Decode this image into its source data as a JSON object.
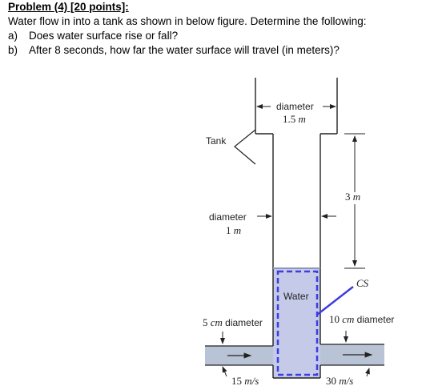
{
  "problem": {
    "title": "Problem (4) [20 points]:",
    "statement": "Water flow in into a tank as shown in below figure. Determine the following:",
    "questions": [
      {
        "letter": "a)",
        "text": "Does water surface rise or fall?"
      },
      {
        "letter": "b)",
        "text": "After 8 seconds, how far the water surface will travel (in meters)?"
      }
    ]
  },
  "figure": {
    "top_label": "diameter",
    "top_value": "1.5",
    "top_unit": "m",
    "tank_label": "Tank",
    "height_value": "3",
    "height_unit": "m",
    "mid_label": "diameter",
    "mid_value": "1",
    "mid_unit": "m",
    "water_label": "Water",
    "cs_label": "CS",
    "left_pipe_value": "5",
    "left_pipe_unit": "cm",
    "left_pipe_label": "diameter",
    "right_pipe_value": "10",
    "right_pipe_unit": "cm",
    "right_pipe_label": "diameter",
    "left_velocity_value": "15",
    "left_velocity_unit": "m/s",
    "right_velocity_value": "30",
    "right_velocity_unit": "m/s",
    "colors": {
      "water": "#c5cae9",
      "cs": "#3d3de0",
      "pipe": "#b9c3d6",
      "line": "#222222"
    }
  }
}
